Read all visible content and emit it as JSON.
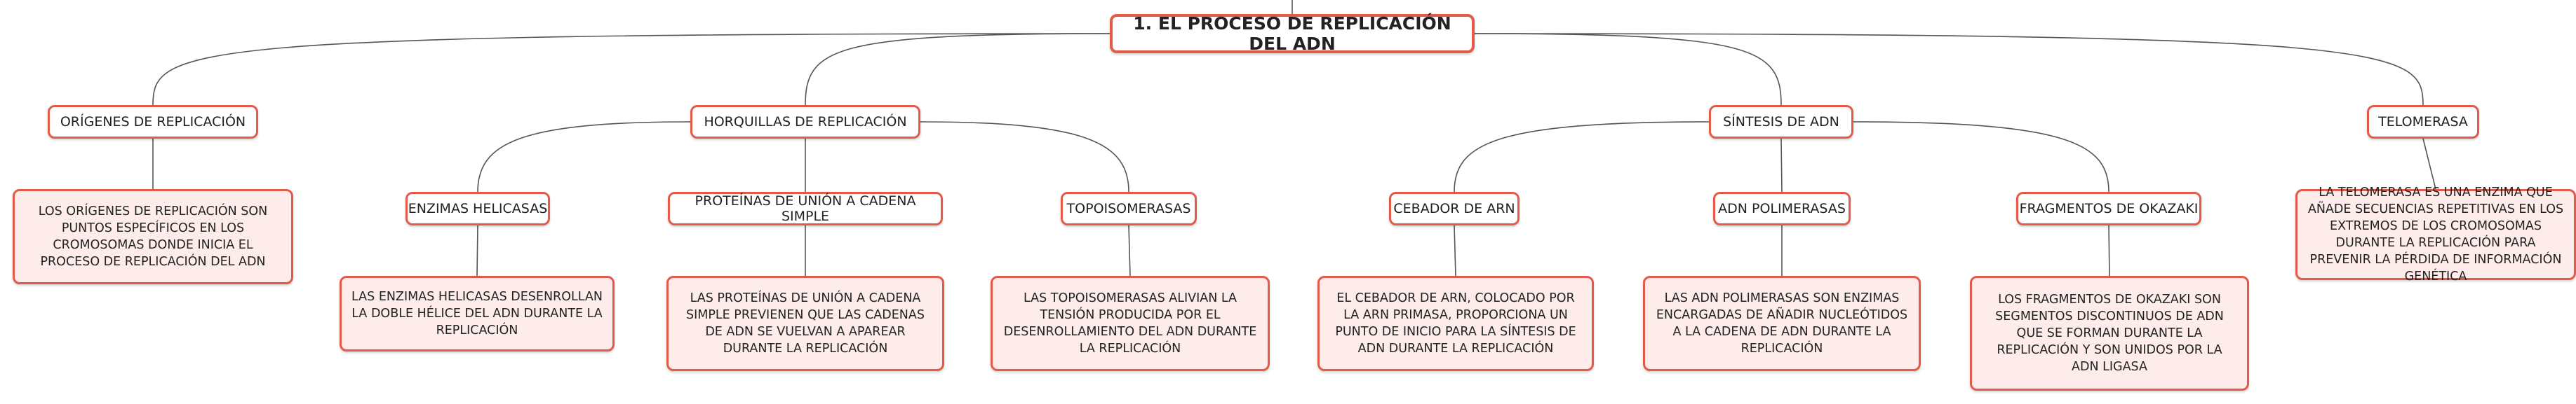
{
  "root": {
    "label": "1. EL PROCESO DE REPLICACIÓN DEL ADN"
  },
  "branches": {
    "origenes": {
      "label": "ORÍGENES DE REPLICACIÓN",
      "desc": "LOS ORÍGENES DE REPLICACIÓN SON PUNTOS ESPECÍFICOS EN LOS CROMOSOMAS DONDE INICIA EL PROCESO DE REPLICACIÓN DEL ADN"
    },
    "horquillas": {
      "label": "HORQUILLAS DE REPLICACIÓN",
      "children": {
        "helicasas": {
          "label": "ENZIMAS HELICASAS",
          "desc": "LAS ENZIMAS HELICASAS DESENROLLAN LA DOBLE HÉLICE DEL ADN DURANTE LA REPLICACIÓN"
        },
        "proteinas": {
          "label": "PROTEÍNAS DE UNIÓN A CADENA SIMPLE",
          "desc": "LAS PROTEÍNAS DE UNIÓN A CADENA SIMPLE PREVIENEN QUE LAS CADENAS DE ADN SE VUELVAN A APAREAR DURANTE LA REPLICACIÓN"
        },
        "topoisomerasas": {
          "label": "TOPOISOMERASAS",
          "desc": "LAS TOPOISOMERASAS ALIVIAN LA TENSIÓN PRODUCIDA POR EL DESENROLLAMIENTO DEL ADN DURANTE LA REPLICACIÓN"
        }
      }
    },
    "sintesis": {
      "label": "SÍNTESIS DE ADN",
      "children": {
        "cebador": {
          "label": "CEBADOR DE ARN",
          "desc": "EL CEBADOR DE ARN, COLOCADO POR LA ARN PRIMASA, PROPORCIONA UN PUNTO DE INICIO PARA LA SÍNTESIS DE ADN DURANTE LA REPLICACIÓN"
        },
        "polimerasas": {
          "label": "ADN POLIMERASAS",
          "desc": "LAS ADN POLIMERASAS SON ENZIMAS ENCARGADAS DE AÑADIR NUCLEÓTIDOS A LA CADENA DE ADN DURANTE LA REPLICACIÓN"
        },
        "okazaki": {
          "label": "FRAGMENTOS DE OKAZAKI",
          "desc": "LOS FRAGMENTOS DE OKAZAKI SON SEGMENTOS DISCONTINUOS DE ADN QUE SE FORMAN DURANTE LA REPLICACIÓN Y SON UNIDOS POR LA ADN LIGASA"
        }
      }
    },
    "telomerasa": {
      "label": "TELOMERASA",
      "desc": "LA TELOMERASA ES UNA ENZIMA QUE AÑADE SECUENCIAS REPETITIVAS EN LOS EXTREMOS DE LOS CROMOSOMAS DURANTE LA REPLICACIÓN PARA PREVENIR LA PÉRDIDA DE INFORMACIÓN GENÉTICA"
    }
  },
  "colors": {
    "border": "#e25a4a",
    "fill": "#fdecea",
    "line": "#555555"
  }
}
